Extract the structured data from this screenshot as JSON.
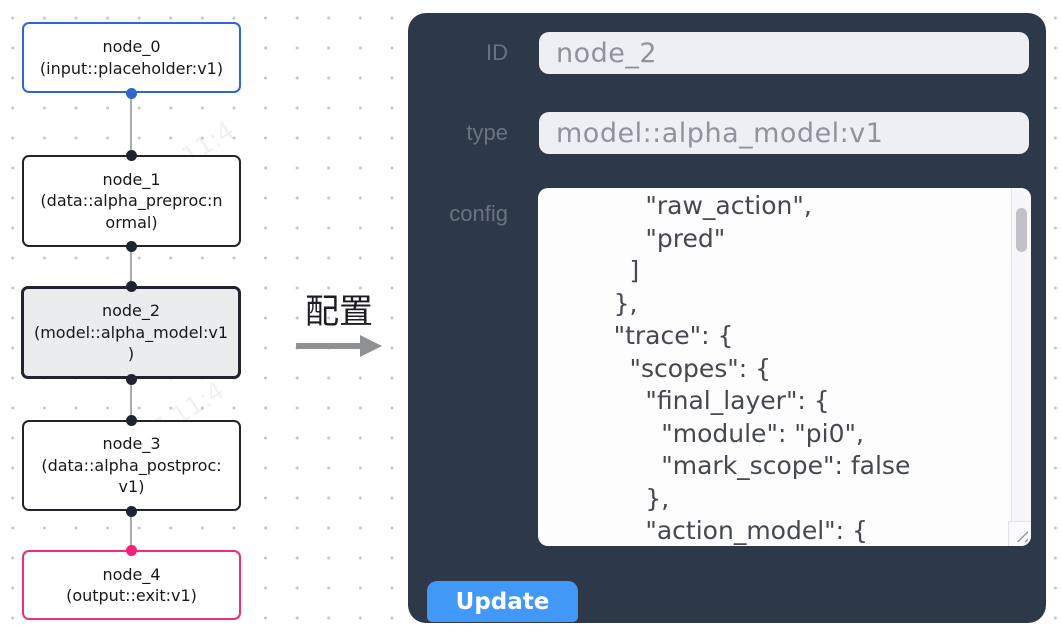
{
  "flow": {
    "nodes": [
      {
        "id": "node_0",
        "subtitle": "(input::placeholder:v1)"
      },
      {
        "id": "node_1",
        "subtitle": "(data::alpha_preproc:n\normal)"
      },
      {
        "id": "node_2",
        "subtitle": "(model::alpha_model:v1\n)"
      },
      {
        "id": "node_3",
        "subtitle": "(data::alpha_postproc:\nv1)"
      },
      {
        "id": "node_4",
        "subtitle": "(output::exit:v1)"
      }
    ],
    "selected_node": "node_2"
  },
  "transfer": {
    "label": "配置"
  },
  "panel": {
    "id_label": "ID",
    "id_value": "node_2",
    "type_label": "type",
    "type_value": "model::alpha_model:v1",
    "config_label": "config",
    "config_lines": [
      "            \"raw_action\",",
      "            \"pred\"",
      "          ]",
      "        },",
      "        \"trace\": {",
      "          \"scopes\": {",
      "            \"final_layer\": {",
      "              \"module\": \"pi0\",",
      "              \"mark_scope\": false",
      "            },",
      "            \"action_model\": {"
    ],
    "update_label": "Update"
  },
  "watermark": {
    "text": "2025/04/17 11:4"
  },
  "colors": {
    "panel_bg": "#2d3848",
    "node_default_border": "#20242f",
    "input_node_accent": "#2f66cf",
    "output_node_accent": "#ee2e7b",
    "selected_node_bg": "#ebecee",
    "update_button": "#4298f7",
    "field_bg": "#edeff4"
  }
}
